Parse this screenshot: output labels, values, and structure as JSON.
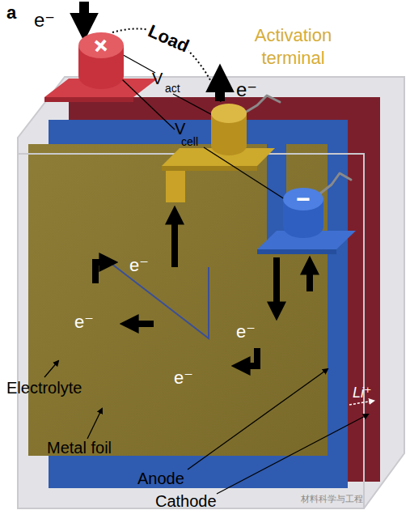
{
  "diagram": {
    "nodes": [
      {
        "text": [
          "+"
        ]
      },
      {
        "text": [
          "Activation terminal"
        ]
      },
      {
        "text": [
          "−"
        ]
      }
    ],
    "edges": [
      {
        "from": 0,
        "to": 1,
        "arrow": "none",
        "label": "Load"
      }
    ],
    "labels": [
      "a",
      "e⁻",
      "e⁻",
      "V",
      "act",
      "V",
      "cell",
      "e⁻",
      "e⁻",
      "e⁻",
      "e⁻",
      "Li⁺",
      "Electrolyte",
      "Metal foil",
      "Anode",
      "Cathode",
      "材料科学与工程"
    ]
  }
}
